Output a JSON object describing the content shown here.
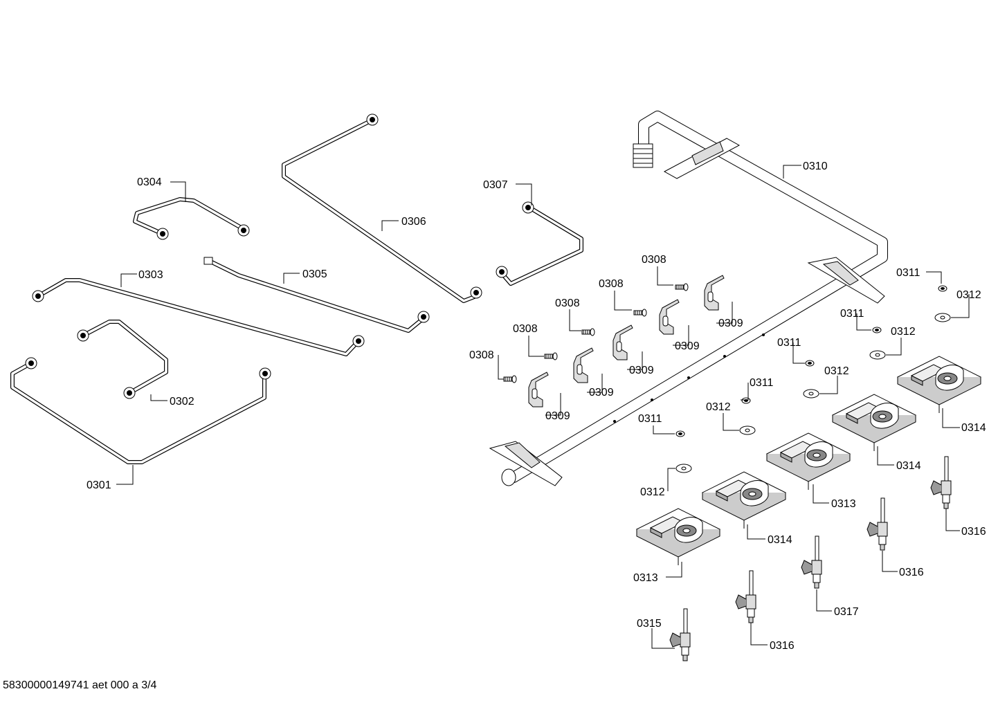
{
  "labels": {
    "p0301": "0301",
    "p0302": "0302",
    "p0303": "0303",
    "p0304": "0304",
    "p0305": "0305",
    "p0306": "0306",
    "p0307": "0307",
    "p0308": "0308",
    "p0309": "0309",
    "p0310": "0310",
    "p0311": "0311",
    "p0312": "0312",
    "p0313": "0313",
    "p0314": "0314",
    "p0315": "0315",
    "p0316": "0316",
    "p0317": "0317"
  },
  "footer": {
    "document_code": "58300000149741 aet 000 a 3/4"
  }
}
